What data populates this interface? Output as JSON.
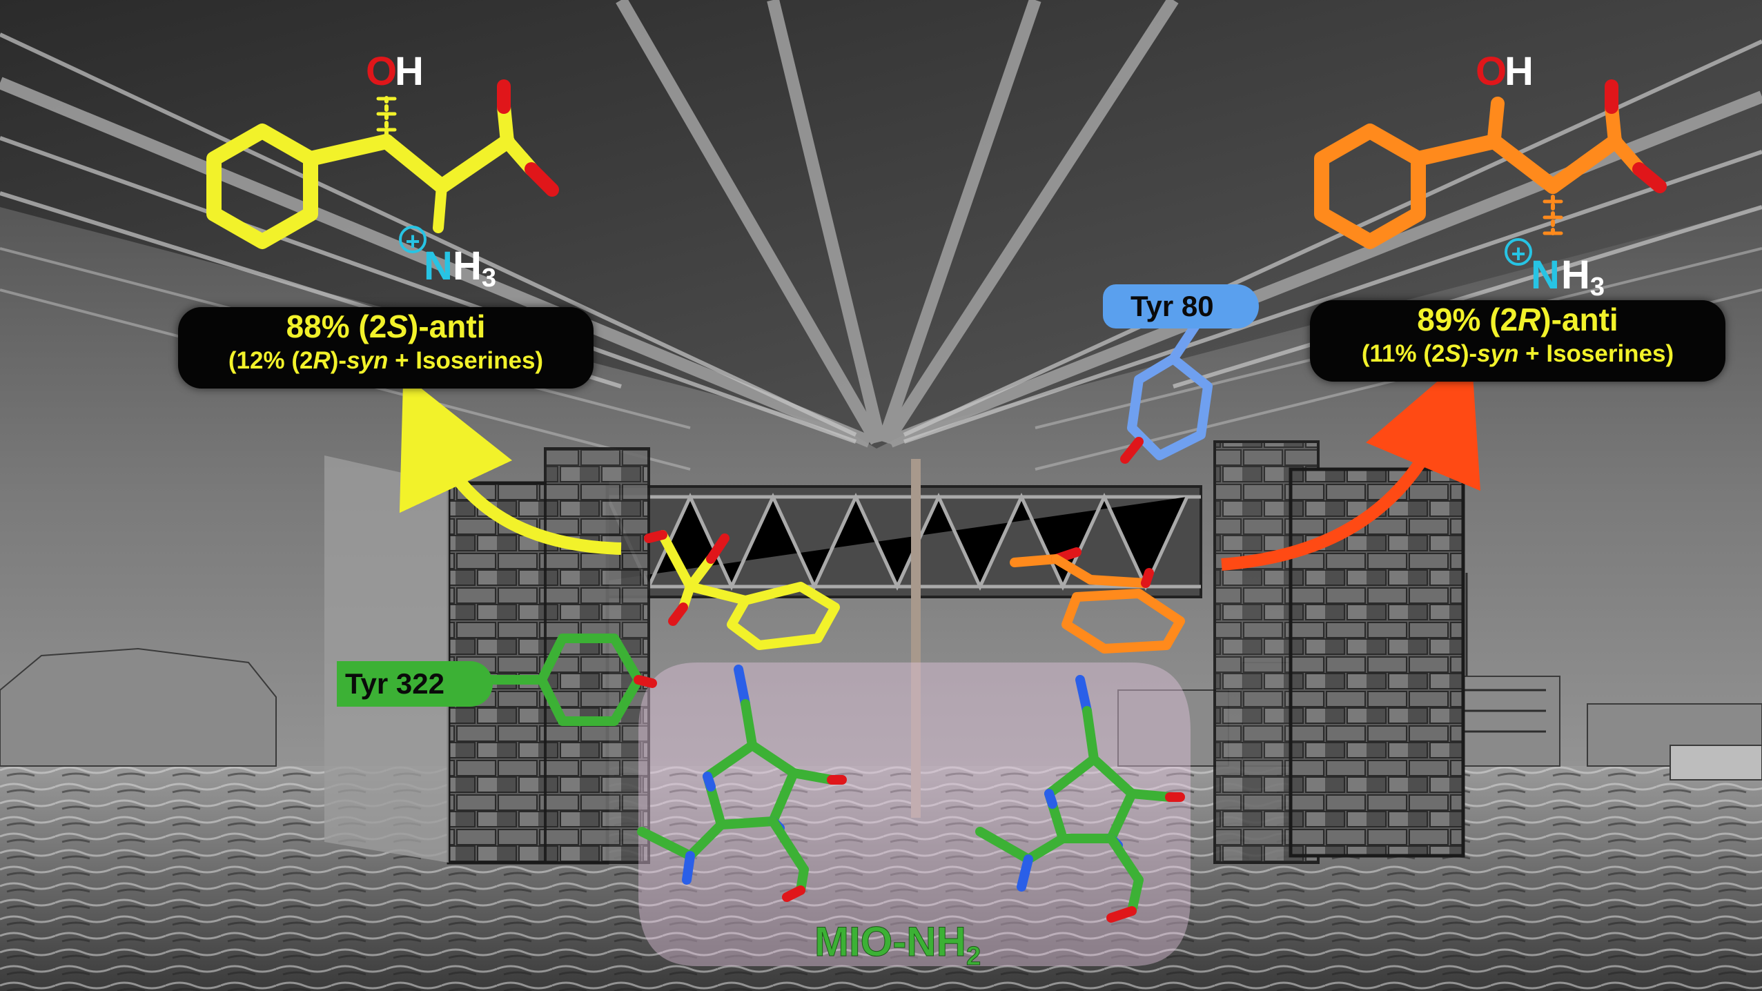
{
  "products": {
    "left": {
      "oh_o": "O",
      "oh_h": "H",
      "n_label": "N",
      "h_label": "H",
      "h_sub": "3",
      "plus": "+",
      "yield_main_pre": "88% (2",
      "yield_main_italic": "S",
      "yield_main_post": ")-anti",
      "yield_sub_pre": "(12% (2",
      "yield_sub_italic1": "R",
      "yield_sub_mid": ")-",
      "yield_sub_italic2": "syn",
      "yield_sub_post": " + Isoserines)",
      "color": "#f2f22a"
    },
    "right": {
      "oh_o": "O",
      "oh_h": "H",
      "n_label": "N",
      "h_label": "H",
      "h_sub": "3",
      "plus": "+",
      "yield_main_pre": "89% (2",
      "yield_main_italic": "R",
      "yield_main_post": ")-anti",
      "yield_sub_pre": "(11% (2",
      "yield_sub_italic1": "S",
      "yield_sub_mid": ")-",
      "yield_sub_italic2": "syn",
      "yield_sub_post": " + Isoserines)",
      "color": "#ff8a1c"
    }
  },
  "residues": {
    "tyr80": "Tyr 80",
    "tyr322": "Tyr 322",
    "mio_main": "MIO-NH",
    "mio_sub": "2"
  },
  "colors": {
    "yellow": "#f2f22a",
    "orange": "#ff8a1c",
    "green": "#3cb135",
    "blue_residue": "#6fa0f0",
    "oxygen": "#e0161a",
    "nitrogen": "#2a5fe8",
    "cyan": "#27c4e4",
    "red_arrow": "#ff4a14"
  }
}
